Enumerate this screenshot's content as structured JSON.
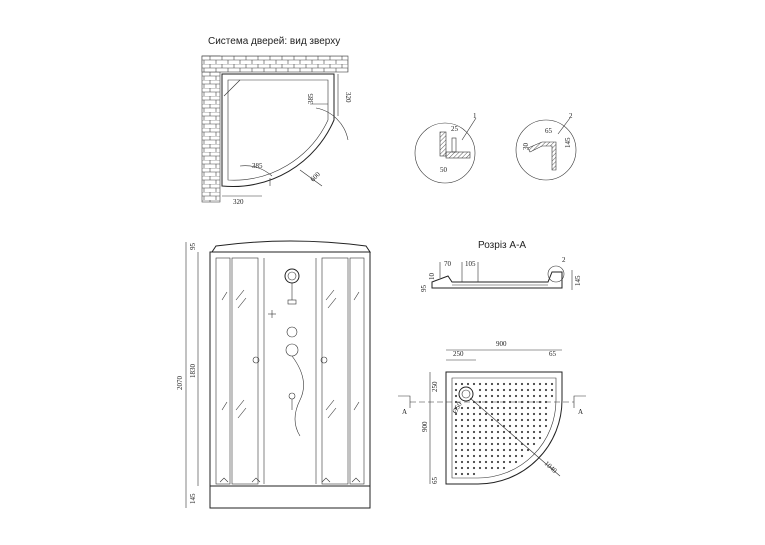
{
  "top_view": {
    "title": "Система дверей: вид зверху",
    "dim_bottom": "320",
    "dim_right": "320",
    "dim_door_h": "385",
    "dim_door_v": "385",
    "dim_radius": "600"
  },
  "details": {
    "detail1_label": "1",
    "detail1_dim_a": "25",
    "detail1_dim_b": "50",
    "detail2_label": "2",
    "detail2_dim_a": "65",
    "detail2_dim_b": "30",
    "detail2_dim_c": "145"
  },
  "front_view": {
    "dim_total": "2070",
    "dim_body": "1830",
    "dim_top": "95",
    "dim_bottom": "145"
  },
  "section_aa": {
    "title": "Розріз А-А",
    "dim_70": "70",
    "dim_105": "105",
    "dim_10": "10",
    "dim_95": "95",
    "dim_145": "145",
    "detail_label": "2"
  },
  "tray_plan": {
    "dim_width": "900",
    "dim_side": "900",
    "dim_250_top": "250",
    "dim_65_top": "65",
    "dim_250_left": "250",
    "dim_65_left": "65",
    "dim_drain": "Ø50",
    "dim_diag": "1040",
    "cut_left": "A",
    "cut_right": "A"
  },
  "colors": {
    "line": "#222222",
    "background": "#ffffff"
  }
}
